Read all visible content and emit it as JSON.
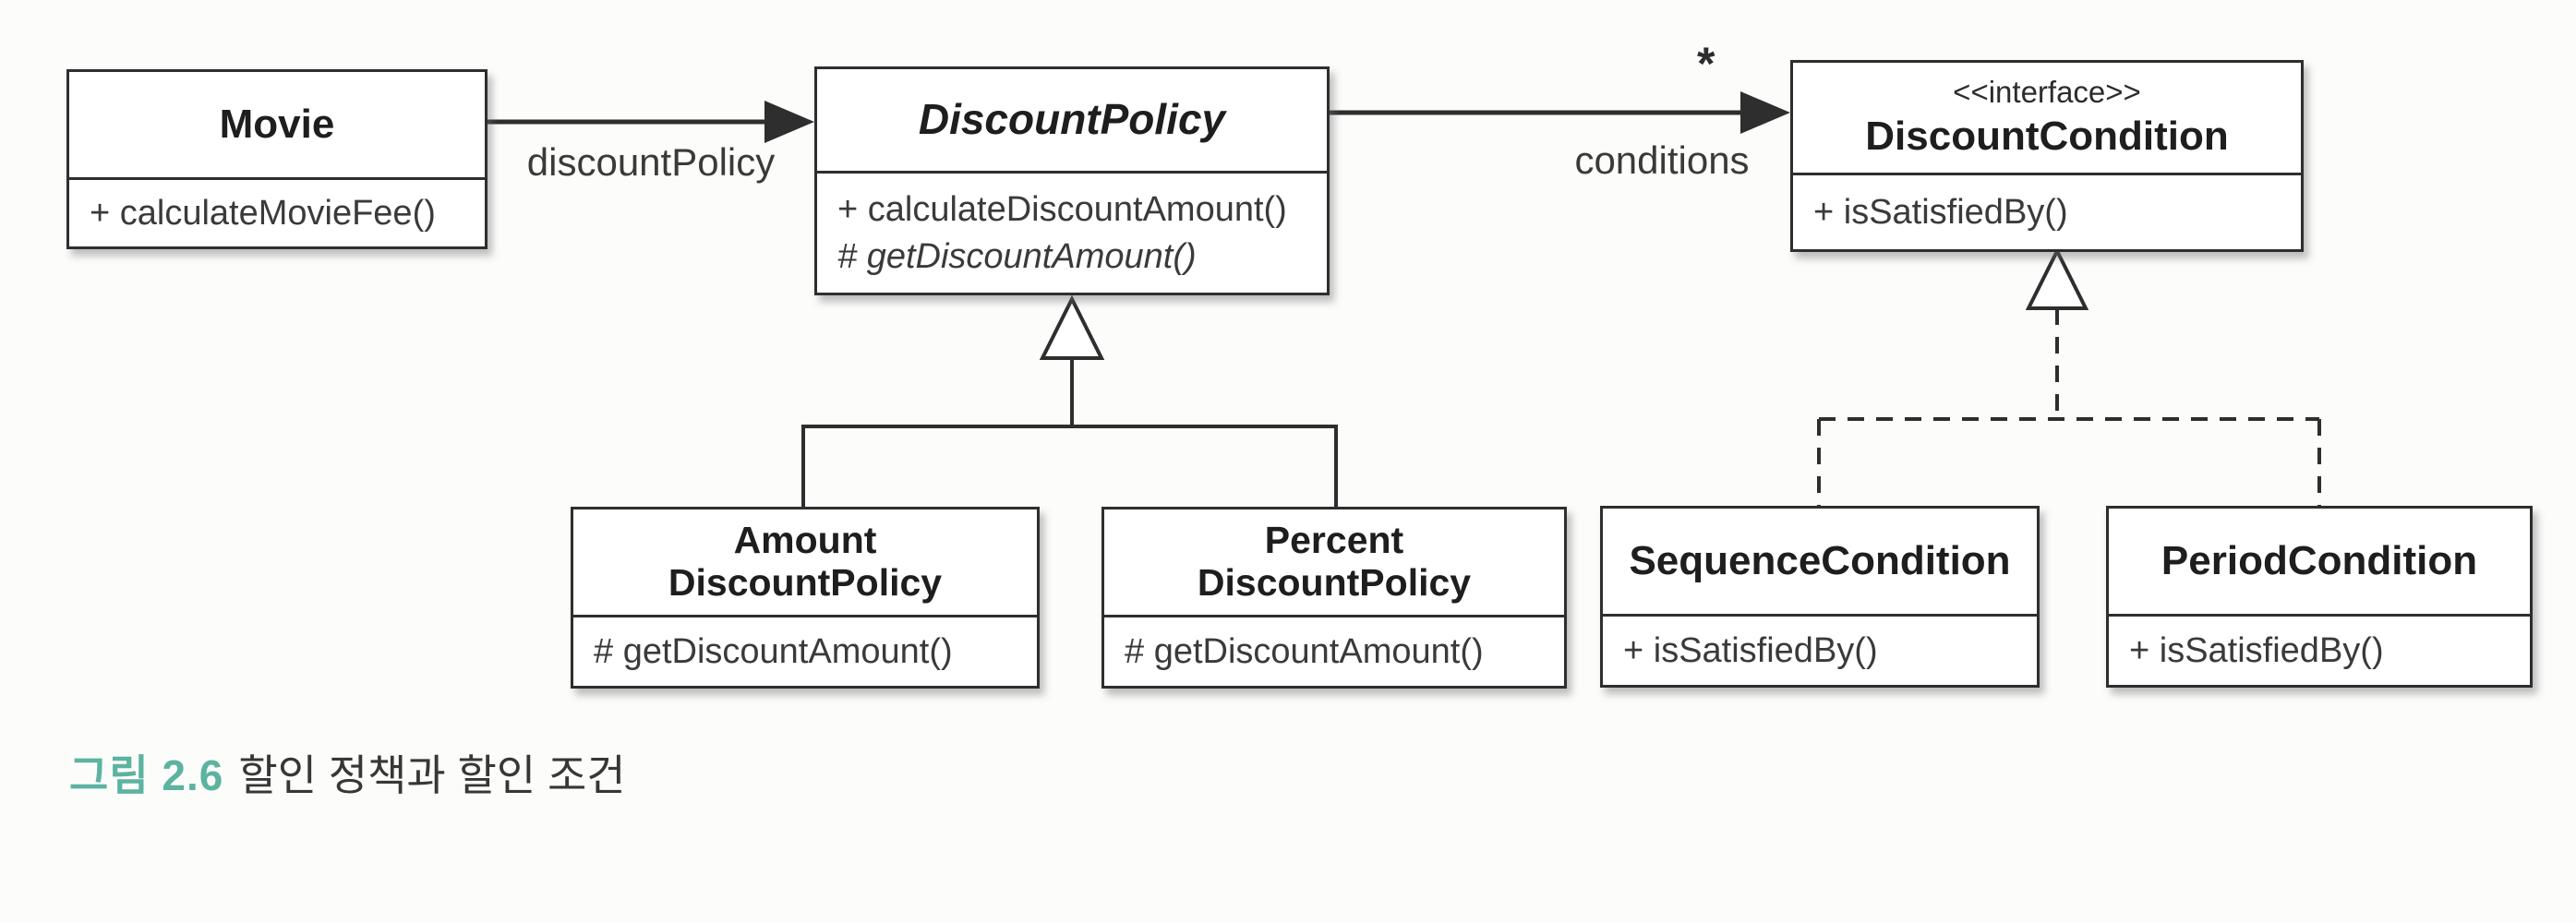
{
  "figure": {
    "caption_label": "그림 2.6",
    "caption_text": "할인 정책과 할인 조건"
  },
  "labels": {
    "movie_to_policy_association": "discountPolicy",
    "policy_to_condition_association": "conditions",
    "policy_to_condition_multiplicity": "*"
  },
  "classes": {
    "movie": {
      "name": "Movie",
      "methods": [
        "+ calculateMovieFee()"
      ]
    },
    "discount_policy": {
      "name": "DiscountPolicy",
      "methods": [
        "+ calculateDiscountAmount()",
        "# getDiscountAmount()"
      ]
    },
    "discount_condition": {
      "stereotype": "<<interface>>",
      "name": "DiscountCondition",
      "methods": [
        "+ isSatisfiedBy()"
      ]
    },
    "amount_discount_policy": {
      "name_line1": "Amount",
      "name_line2": "DiscountPolicy",
      "methods": [
        "# getDiscountAmount()"
      ]
    },
    "percent_discount_policy": {
      "name_line1": "Percent",
      "name_line2": "DiscountPolicy",
      "methods": [
        "# getDiscountAmount()"
      ]
    },
    "sequence_condition": {
      "name": "SequenceCondition",
      "methods": [
        "+ isSatisfiedBy()"
      ]
    },
    "period_condition": {
      "name": "PeriodCondition",
      "methods": [
        "+ isSatisfiedBy()"
      ]
    }
  },
  "colors": {
    "caption_label_teal": "#5cb3a0",
    "line_black": "#2e2e2e",
    "paper_background": "#fcfcfa"
  }
}
